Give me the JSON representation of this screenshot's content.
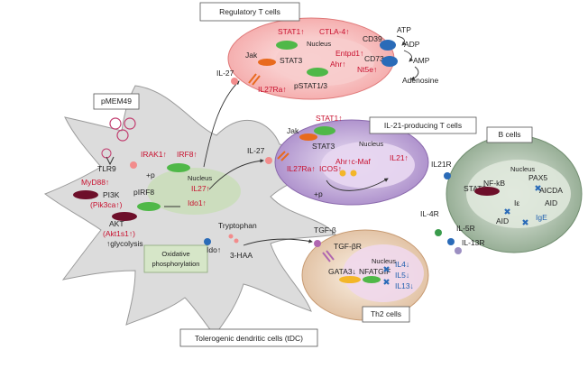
{
  "labels": {
    "regulatory_t": "Regulatory T cells",
    "il21_t": "IL-21-producing T cells",
    "b_cells": "B cells",
    "th2_cells": "Th2 cells",
    "tdc": "Tolerogenic dendritic cells (tDC)",
    "pmem49": "pMEM49",
    "oxphos_1": "Oxidative",
    "oxphos_2": "phosphorylation"
  },
  "dc": {
    "tlr9": "TLR9",
    "myd88": "MyD88↑",
    "pi3k": "PI3K",
    "pik3ca": "(Pik3ca↑)",
    "akt": "AKT",
    "akt1s1": "(Akt1s1↑)",
    "glycolysis": "↑glycolysis",
    "irak1": "IRAK1↑",
    "irf8": "IRF8↑",
    "plus_p": "+p",
    "pirf8": "pIRF8",
    "nucleus": "Nucleus",
    "il27": "IL27↑",
    "ido1": "Ido1↑",
    "ido": "Ido↑",
    "tryptophan": "Tryptophan",
    "haa": "3-HAA"
  },
  "treg": {
    "stat1": "STAT1↑",
    "ctla4": "CTLA-4↑",
    "nucleus": "Nucleus",
    "jak": "Jak",
    "stat3": "STAT3",
    "entpd1": "Entpd1↑",
    "ahr": "Ahr↑",
    "nt5e": "Nt5e↑",
    "pstat": "pSTAT1/3",
    "il27ra": "IL27Ra↑",
    "cd39": "CD39",
    "cd73": "CD73",
    "atp": "ATP",
    "adp": "ADP",
    "amp": "AMP",
    "adenosine": "Adenosine"
  },
  "il27_1": "IL-27",
  "il27_2": "IL-27",
  "tfh": {
    "stat1": "STAT1↑",
    "jak": "Jak",
    "stat3": "STAT3",
    "nucleus": "Nucleus",
    "ahr_cmaf": "Ahr↑c-Maf",
    "il21": "IL21↑",
    "il27ra": "IL27Ra↑",
    "icos": "ICOS↑",
    "plus_p": "+p"
  },
  "bcell": {
    "il21r": "IL21R",
    "nucleus": "Nucleus",
    "pax5": "PAX5",
    "aicda": "AICDA",
    "stat6": "STAT6",
    "nfkb": "NF-kB",
    "ie": "Iε",
    "aid1": "AID",
    "aid2": "AID",
    "ige": "IgE",
    "il4r": "IL-4R",
    "il5r": "IL-5R",
    "il13r": "IL-13R"
  },
  "th2": {
    "tgfb": "TGF-β",
    "tgfbr": "TGF-βR",
    "nucleus": "Nucleus",
    "gata3": "GATA3↓",
    "nfatgif": "NFATGIF",
    "il4": "IL4↓",
    "il5": "IL5↓",
    "il13": "IL13↓"
  }
}
